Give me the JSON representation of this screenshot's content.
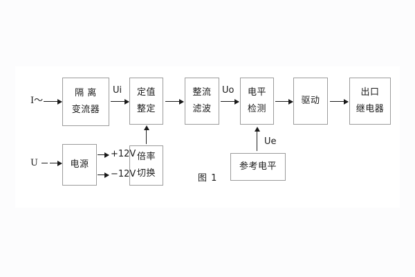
{
  "figure": {
    "caption": "图 1",
    "line_color": "#1a1a1a",
    "box_border_color": "#9a9a9a",
    "background": "#ffffff"
  },
  "inputs": [
    {
      "name": "current-input",
      "label": "I～"
    },
    {
      "name": "voltage-input",
      "label": "U"
    }
  ],
  "blocks": [
    {
      "id": "isolation-ct",
      "line1": "隔 离",
      "line2": "变流器"
    },
    {
      "id": "setting-value",
      "line1": "定值",
      "line2": "整定"
    },
    {
      "id": "rectify-filter",
      "line1": "整流",
      "line2": "滤波"
    },
    {
      "id": "level-detect",
      "line1": "电平",
      "line2": "检测"
    },
    {
      "id": "drive",
      "line1": "驱动",
      "line2": ""
    },
    {
      "id": "output-relay",
      "line1": "出口",
      "line2": "继电器"
    },
    {
      "id": "power-supply",
      "line1": "电源",
      "line2": ""
    },
    {
      "id": "ratio-switch",
      "line1": "倍率",
      "line2": "切换"
    },
    {
      "id": "reference-level",
      "line1": "参考电平",
      "line2": ""
    }
  ],
  "signal_labels": [
    {
      "id": "ui",
      "text": "Ui"
    },
    {
      "id": "uo",
      "text": "Uo"
    },
    {
      "id": "ue",
      "text": "Ue"
    }
  ],
  "power_rails": [
    {
      "id": "rail-positive",
      "text": "+12V"
    },
    {
      "id": "rail-negative",
      "text": "−12V"
    }
  ]
}
